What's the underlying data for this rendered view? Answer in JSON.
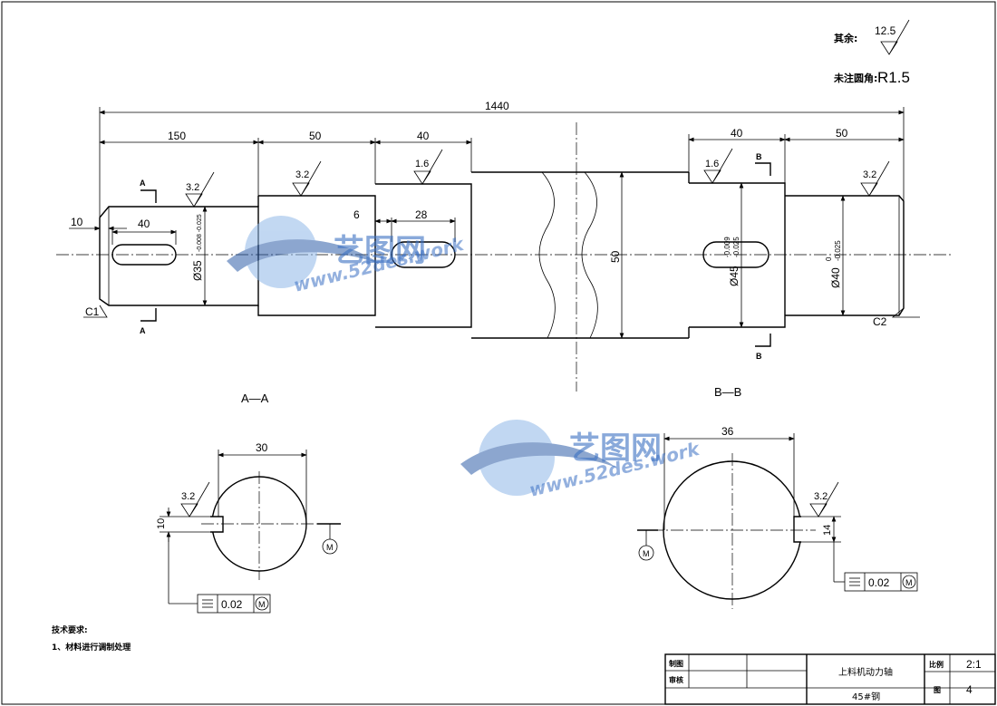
{
  "notes": {
    "rest_finish_label": "其余:",
    "rest_finish_value": "12.5",
    "unspecified_fillet_label": "未注圆角:",
    "unspecified_fillet_value": "R1.5"
  },
  "dimensions": {
    "overall_length": "1440",
    "seg_150": "150",
    "seg_50_left": "50",
    "seg_40_mid": "40",
    "seg_40_right": "40",
    "seg_50_right": "50",
    "left_offset_10": "10",
    "keyway_left_40": "40",
    "offset_6": "6",
    "keyway_mid_28": "28",
    "middle_dia_50": "50",
    "dia_35": "Ø35",
    "dia_35_tol": "-0.008 -0.025",
    "dia_45": "Ø45",
    "dia_45_tol_upper": "-0.009",
    "dia_45_tol_lower": "-0.025",
    "dia_40": "Ø40",
    "dia_40_tol_upper": "0",
    "dia_40_tol_lower": "-0.025",
    "chamfer_c1": "C1",
    "chamfer_c2": "C2"
  },
  "roughness": {
    "r1": "3.2",
    "r2": "3.2",
    "r3": "1.6",
    "r4": "1.6",
    "r5": "3.2",
    "r6": "3.2",
    "r7": "3.2"
  },
  "sections": {
    "a_mark": "A",
    "b_mark": "B",
    "aa_title": "A—A",
    "bb_title": "B—B",
    "aa_width": "30",
    "aa_key": "10",
    "bb_width": "36",
    "bb_key": "14",
    "tolerance_value": "0.02",
    "tolerance_modifier": "M",
    "datum": "M"
  },
  "tech": {
    "title": "技术要求:",
    "item1": "1、材料进行调制处理"
  },
  "title_block": {
    "drawn": "制图",
    "checked": "审核",
    "part_name": "上料机动力轴",
    "material": "45#钢",
    "scale_label": "比例",
    "scale_value": "2:1",
    "drawing_label": "图",
    "drawing_number": "4"
  },
  "watermark": {
    "brand": "艺图网",
    "url": "www.52des.work"
  }
}
